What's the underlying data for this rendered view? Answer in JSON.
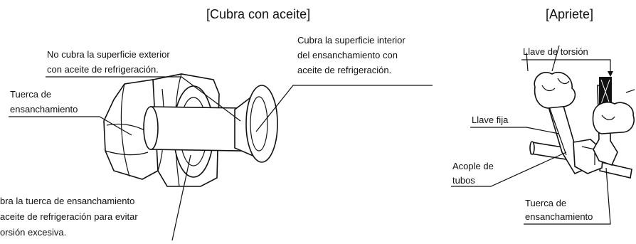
{
  "sections": {
    "left_title": "[Cubra con aceite]",
    "right_title": "[Apriete]"
  },
  "labels": {
    "outer_surface": [
      "No cubra la superficie exterior",
      "con aceite de refrigeración."
    ],
    "inner_surface": [
      "Cubra la superficie interior",
      "del ensanchamiento con",
      "aceite de refrigeración."
    ],
    "flare_nut_left": [
      "Tuerca de",
      "ensanchamiento"
    ],
    "nut_oil": [
      "bra la tuerca de ensanchamiento",
      "aceite de refrigeración para evitar",
      "orsión excesiva."
    ],
    "torque_wrench": "Llave de torsión",
    "fixed_wrench": "Llave fija",
    "pipe_coupling": [
      "Acople de",
      "tubos"
    ],
    "flare_nut_right": [
      "Tuerca de",
      "ensanchamiento"
    ]
  }
}
